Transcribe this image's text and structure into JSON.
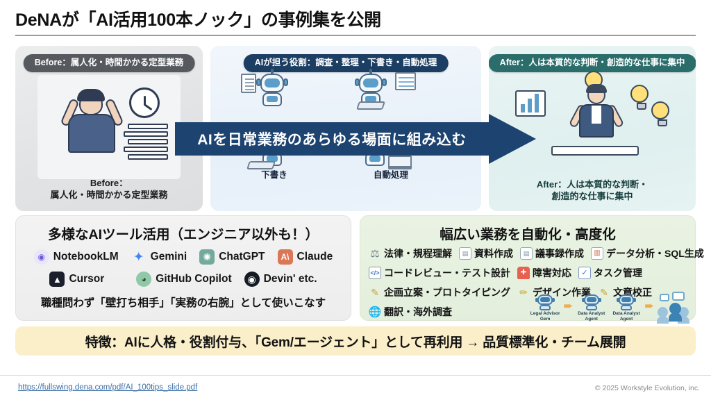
{
  "title": "DeNAが「AI活用100本ノック」の事例集を公開",
  "panels": {
    "before": {
      "badge": "Before：属人化・時間かかる定型業務",
      "caption_line1": "Before：",
      "caption_line2": "属人化・時間かかる定型業務"
    },
    "middle": {
      "badge": "AIが担う役割：調査・整理・下書き・自動処理",
      "items": [
        {
          "label": ""
        },
        {
          "label": ""
        },
        {
          "label": "下書き"
        },
        {
          "label": "自動処理"
        }
      ]
    },
    "after": {
      "badge": "After：人は本質的な判断・創造的な仕事に集中",
      "caption_line1": "After：人は本質的な判断・",
      "caption_line2": "創造的な仕事に集中"
    }
  },
  "arrow": {
    "label": "AIを日常業務のあらゆる場面に組み込む",
    "color": "#1d4370"
  },
  "tools_card": {
    "title": "多様なAIツール活用（エンジニア以外も！）",
    "row1": [
      {
        "icon": "notebooklm-icon",
        "glyph": "◉",
        "label": "NotebookLM"
      },
      {
        "icon": "gemini-icon",
        "glyph": "✦",
        "label": "Gemini"
      },
      {
        "icon": "chatgpt-icon",
        "glyph": "✺",
        "label": "ChatGPT"
      },
      {
        "icon": "claude-icon",
        "glyph": "A\\",
        "label": "Claude"
      }
    ],
    "row2": [
      {
        "icon": "cursor-icon",
        "glyph": "▲",
        "label": "Cursor"
      },
      {
        "icon": "github-copilot-icon",
        "glyph": "◕",
        "label": "GitHub Copilot"
      },
      {
        "icon": "devin-icon",
        "glyph": "◉",
        "label": "Devin' etc."
      }
    ],
    "note": "職種問わず「壁打ち相手」「実務の右腕」として使いこなす"
  },
  "tasks_card": {
    "title": "幅広い業務を自動化・高度化",
    "rows": [
      [
        {
          "icon": "scales-icon",
          "glyph": "⚖",
          "label": "法律・規程理解",
          "icon_class": "ti-law"
        },
        {
          "icon": "document-icon",
          "glyph": "▤",
          "label": "資料作成",
          "icon_class": "ti-doc"
        },
        {
          "icon": "document-icon",
          "glyph": "▤",
          "label": "議事録作成",
          "icon_class": "ti-doc"
        },
        {
          "icon": "bar-chart-icon",
          "glyph": "▥",
          "label": "データ分析・SQL生成",
          "icon_class": "ti-chart"
        }
      ],
      [
        {
          "icon": "code-icon",
          "glyph": "</>",
          "label": "コードレビュー・テスト設計",
          "icon_class": "ti-code"
        },
        {
          "icon": "alert-light-icon",
          "glyph": "✚",
          "label": "障害対応",
          "icon_class": "ti-alert"
        },
        {
          "icon": "checkbox-icon",
          "glyph": "✓",
          "label": "タスク管理",
          "icon_class": "ti-check"
        }
      ],
      [
        {
          "icon": "memo-pencil-icon",
          "glyph": "✎",
          "label": "企画立案・プロトタイピング",
          "icon_class": "ti-pen"
        },
        {
          "icon": "pencil-icon",
          "glyph": "✏",
          "label": "デザイン作業",
          "icon_class": "ti-pen"
        },
        {
          "icon": "memo-icon",
          "glyph": "✎",
          "label": "文章校正",
          "icon_class": "ti-pen"
        }
      ],
      [
        {
          "icon": "globe-icon",
          "glyph": "🌐",
          "label": "翻訳・海外調査",
          "icon_class": "ti-globe"
        }
      ]
    ],
    "agents": [
      {
        "name": "Legal Advisor\nGem"
      },
      {
        "name": "Data Analyst\nAgent"
      },
      {
        "name": "Data Analyst\nAgent"
      }
    ],
    "chain_arrow": "➨"
  },
  "banner": {
    "text": "特徴：AIに人格・役割付与、「Gem/エージェント」として再利用 → 品質標準化・チーム展開",
    "color": "#fbefc9"
  },
  "footer": {
    "link": "https://fullswing.dena.com/pdf/AI_100tips_slide.pdf",
    "copyright": "© 2025 Workstyle Evolution, inc."
  }
}
